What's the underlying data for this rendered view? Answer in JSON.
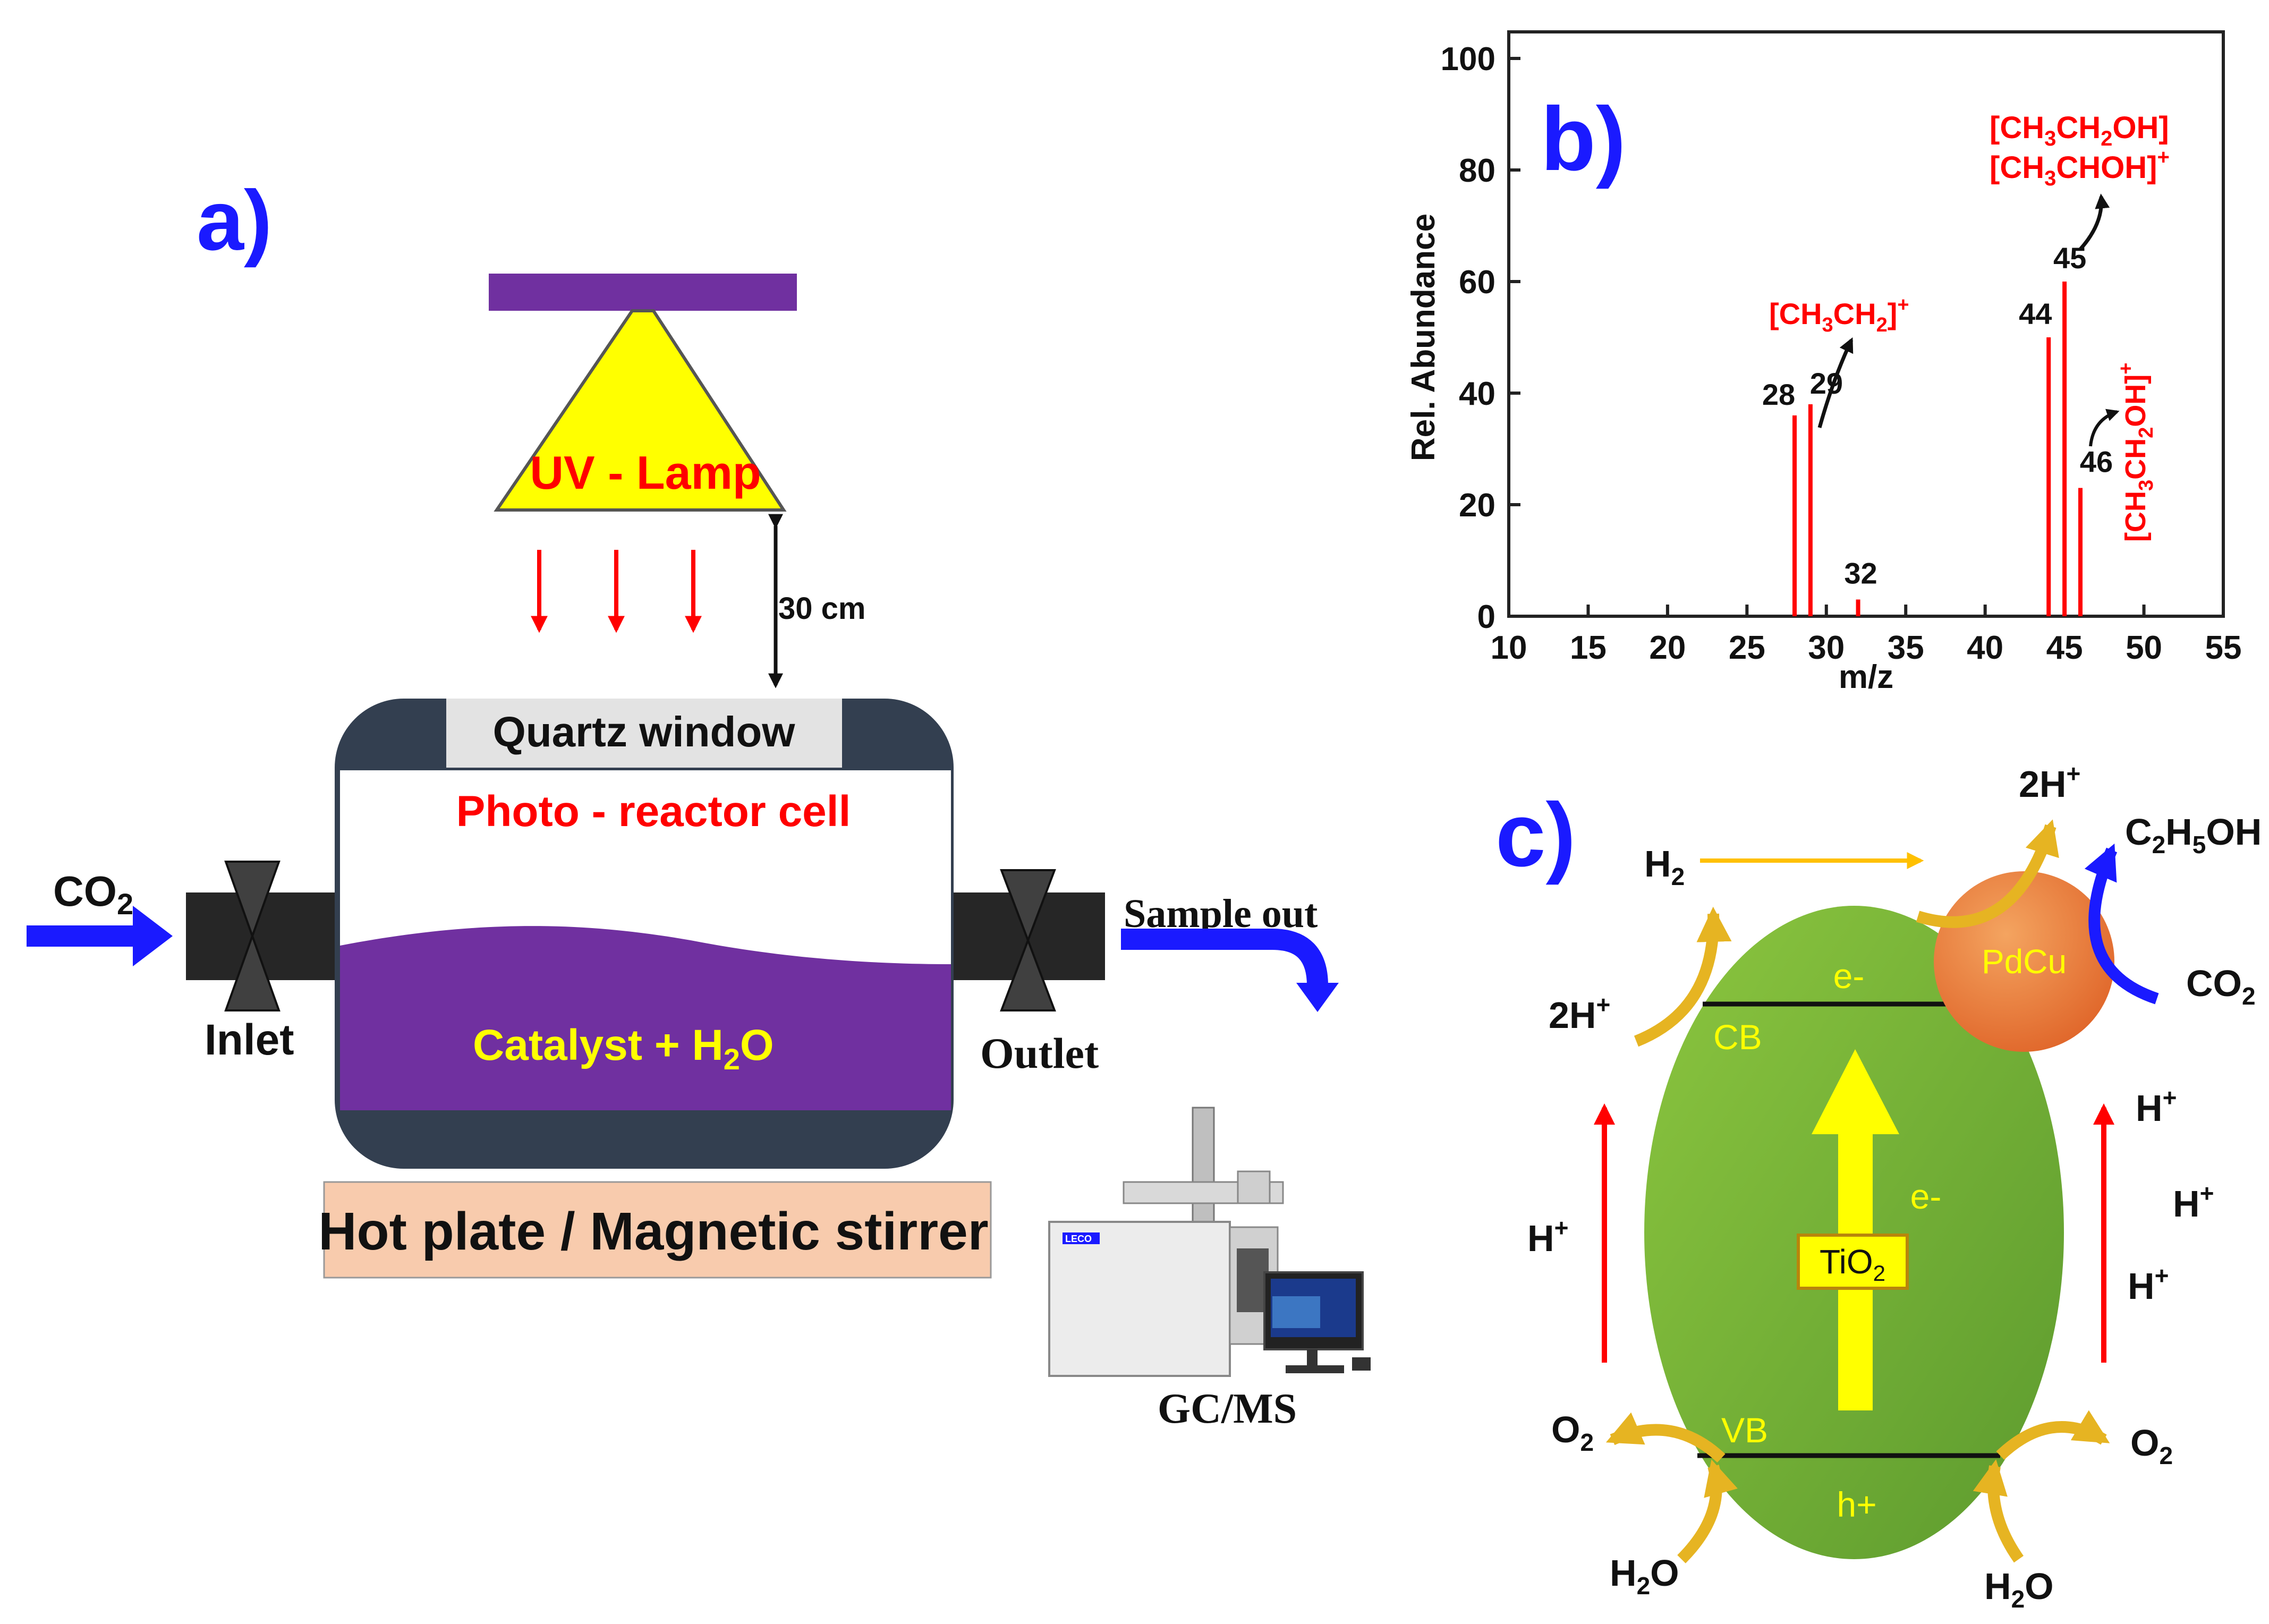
{
  "panel_a": {
    "label": "a)",
    "lamp_label": "UV - Lamp",
    "distance_label": "30 cm",
    "window_label": "Quartz window",
    "cell_label": "Photo - reactor cell",
    "catalyst_label_main": "Catalyst + H",
    "catalyst_label_sub": "2",
    "catalyst_label_tail": "O",
    "inlet_gas_main": "CO",
    "inlet_gas_sub": "2",
    "inlet_label": "Inlet",
    "outlet_label": "Outlet",
    "sample_out_label": "Sample out",
    "hotplate_label": "Hot plate / Magnetic stirrer",
    "instrument_label": "GC/MS",
    "instrument_brand": "LECO"
  },
  "panel_b": {
    "label": "b)",
    "annot_ethyl": "[CH3CH2]+",
    "annot_ethanol_1": "[CH3CH2OH]",
    "annot_ethanol_2": "[CH3CHOH]+",
    "annot_ethoxy": "[CH3CH2OH]+"
  },
  "chart_data": {
    "type": "bar",
    "xlabel": "m/z",
    "ylabel": "Rel. Abundance",
    "xlim": [
      10,
      55
    ],
    "ylim": [
      0,
      100
    ],
    "xticks": [
      10,
      15,
      20,
      25,
      30,
      35,
      40,
      45,
      50,
      55
    ],
    "yticks": [
      0,
      20,
      40,
      60,
      80,
      100
    ],
    "grid": false,
    "color": "#ff0000",
    "peaks": [
      {
        "x": 28,
        "y": 36,
        "label": "28"
      },
      {
        "x": 29,
        "y": 38,
        "label": "29"
      },
      {
        "x": 32,
        "y": 3,
        "label": "32"
      },
      {
        "x": 44,
        "y": 50,
        "label": "44"
      },
      {
        "x": 45,
        "y": 60,
        "label": "45"
      },
      {
        "x": 46,
        "y": 23,
        "label": "46"
      }
    ]
  },
  "panel_c": {
    "label": "c)",
    "semiconductor": "TiO2",
    "cocatalyst": "PdCu",
    "cb_label": "CB",
    "vb_label": "VB",
    "electron_cb": "e-",
    "electron_mid": "e-",
    "hole_vb": "h+",
    "h2": "H2",
    "two_h_left": "2H+",
    "two_h_top": "2H+",
    "ethanol": "C2H5OH",
    "co2": "CO2",
    "h_plus": "H+",
    "o2": "O2",
    "h2o": "H2O"
  },
  "colors": {
    "title_blue": "#1a1aff",
    "red": "#ff0000",
    "purple": "#7030a0",
    "yellow": "#ffff00",
    "green": "#70ad47",
    "orange": "#ed7d31",
    "dark_slate": "#333f50",
    "pipe": "#262626",
    "hotplate": "#f8cbad",
    "gold": "#e6b422"
  }
}
